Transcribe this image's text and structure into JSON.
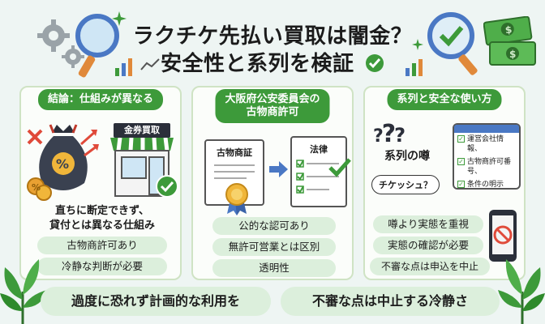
{
  "title": {
    "line1": "ラクチケ先払い買取は闇金？",
    "line2": "安全性と系列を検証"
  },
  "colors": {
    "accent_green": "#3d9a3a",
    "pill_green": "#dcefdc",
    "panel_border": "#cfe3c4",
    "background": "#eef5f3",
    "blue": "#4a78c4",
    "red": "#e04a3a"
  },
  "panel1": {
    "heading": "結論：仕組みが異なる",
    "shop_sign": "金券買取",
    "summary_line1": "直ちに断定できず、",
    "summary_line2": "貸付とは異なる仕組み",
    "pill1": "古物商許可あり",
    "pill2": "冷静な判断が必要"
  },
  "panel2": {
    "heading_line1": "大阪府公安委員会の",
    "heading_line2": "古物商許可",
    "doc1_title": "古物商証",
    "doc2_title": "法律",
    "pill1": "公的な認可あり",
    "pill2": "無許可営業とは区別",
    "pill3": "透明性"
  },
  "panel3": {
    "heading": "系列と安全な使い方",
    "rumor_label": "系列の噂",
    "bubble": "チケッシュ？",
    "browser_items": [
      "運営会社情報、",
      "古物商許可番号、",
      "条件の明示"
    ],
    "pill1": "噂より実態を重視",
    "pill2": "実態の確認が必要",
    "pill3": "不審な点は申込を中止"
  },
  "bottom": {
    "left": "過度に恐れず計画的な利用を",
    "right": "不審な点は中止する冷静さ"
  }
}
